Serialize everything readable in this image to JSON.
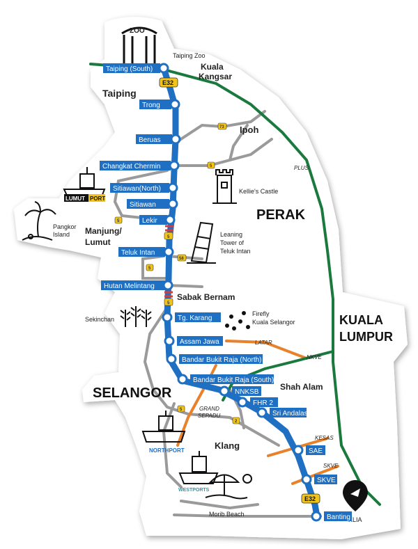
{
  "map": {
    "regions": {
      "perak": "PERAK",
      "selangor": "SELANGOR",
      "kuala_lumpur_1": "KUALA",
      "kuala_lumpur_2": "LUMPUR"
    },
    "towns": {
      "taiping": "Taiping",
      "kuala_kangsar_1": "Kuala",
      "kuala_kangsar_2": "Kangsar",
      "ipoh": "Ipoh",
      "manjung_1": "Manjung/",
      "manjung_2": "Lumut",
      "sabak_bernam": "Sabak Bernam",
      "shah_alam": "Shah Alam",
      "klang": "Klang"
    },
    "landmarks": {
      "zoo_sign": "ZOO",
      "taiping_zoo": "Taiping Zoo",
      "kellies_castle": "Kellie's Castle",
      "leaning_tower_1": "Leaning",
      "leaning_tower_2": "Tower of",
      "leaning_tower_3": "Teluk Intan",
      "pangkor_1": "Pangkor",
      "pangkor_2": "Island",
      "sekinchan": "Sekinchan",
      "firefly_1": "Firefly",
      "firefly_2": "Kuala Selangor",
      "morib_beach": "Morib Beach",
      "klia": "KLIA",
      "lumut_port_a": "LUMUT",
      "lumut_port_b": "PORT",
      "northport": "NORTHPORT",
      "westports": "WESTPORTS"
    },
    "highways": {
      "plus": "PLUS",
      "latar": "LATAR",
      "nkve": "NKVE",
      "grand_sepadu_1": "GRAND",
      "grand_sepadu_2": "SEPADU",
      "kesas": "KESAS",
      "skve": "SKVE"
    },
    "route_codes": {
      "e32_top": "E32",
      "e32_bottom": "E32",
      "r73": "73",
      "r5_changkat": "5",
      "r5_lekir": "5",
      "r5_west": "5",
      "r58": "58",
      "r5_south": "5",
      "r5_klang": "5",
      "r2": "2",
      "r5_a": "5",
      "r5_b": "5"
    },
    "stations": [
      "Taiping (South)",
      "Trong",
      "Beruas",
      "Changkat Chermin",
      "Sitiawan(North)",
      "Sitiawan",
      "Lekir",
      "Teluk Intan",
      "Hutan Melintang",
      "Tg. Karang",
      "Assam Jawa",
      "Bandar Bukit Raja (North)",
      "Bandar Bukit Raja (South)",
      "NNKSB",
      "FHR 2",
      "Sri Andalas",
      "SAE",
      "SKVE",
      "Banting"
    ],
    "colors": {
      "expressway": "#1f6fc3",
      "station_box": "#1f6fc3",
      "plus": "#1a7a3e",
      "orange_road": "#e8812a",
      "minor_road": "#9a9a9a",
      "route_code": "#f2c418",
      "highway_gap": "#d93b3b"
    }
  }
}
